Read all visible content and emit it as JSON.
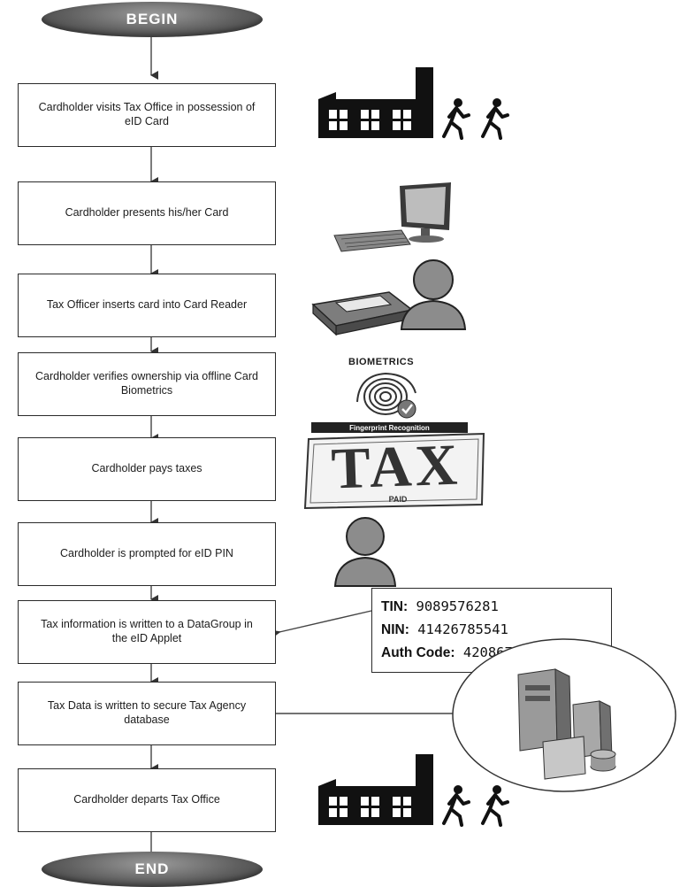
{
  "terminals": {
    "begin": "BEGIN",
    "end": "END"
  },
  "steps": [
    {
      "text": "Cardholder visits Tax Office in possession of eID Card"
    },
    {
      "text": "Cardholder presents his/her Card"
    },
    {
      "text": "Tax Officer inserts card into Card Reader"
    },
    {
      "text": "Cardholder verifies ownership via offline Card Biometrics"
    },
    {
      "text": "Cardholder pays taxes"
    },
    {
      "text": "Cardholder is prompted for eID PIN"
    },
    {
      "text": "Tax information is written to a DataGroup in the eID Applet"
    },
    {
      "text": "Tax Data is written to secure Tax Agency database"
    },
    {
      "text": "Cardholder departs Tax Office"
    }
  ],
  "biometrics": {
    "title": "BIOMETRICS",
    "caption": "Fingerprint Recognition"
  },
  "tax_stamp": {
    "word": "TAX",
    "sub": "PAID"
  },
  "info_box": {
    "tin_label": "TIN:",
    "tin_value": "9089576281",
    "nin_label": "NIN:",
    "nin_value": "41426785541",
    "auth_label": "Auth Code:",
    "auth_value": "4208679"
  },
  "icons": {
    "factory": "factory-icon",
    "walker": "walking-person-icon",
    "computer": "computer-icon",
    "card_reader": "card-reader-icon",
    "person": "person-icon",
    "fingerprint": "fingerprint-icon",
    "server": "server-icon"
  },
  "colors": {
    "terminal": "#5f5f5f",
    "stroke": "#2a2a2a",
    "icon": "#111111"
  }
}
